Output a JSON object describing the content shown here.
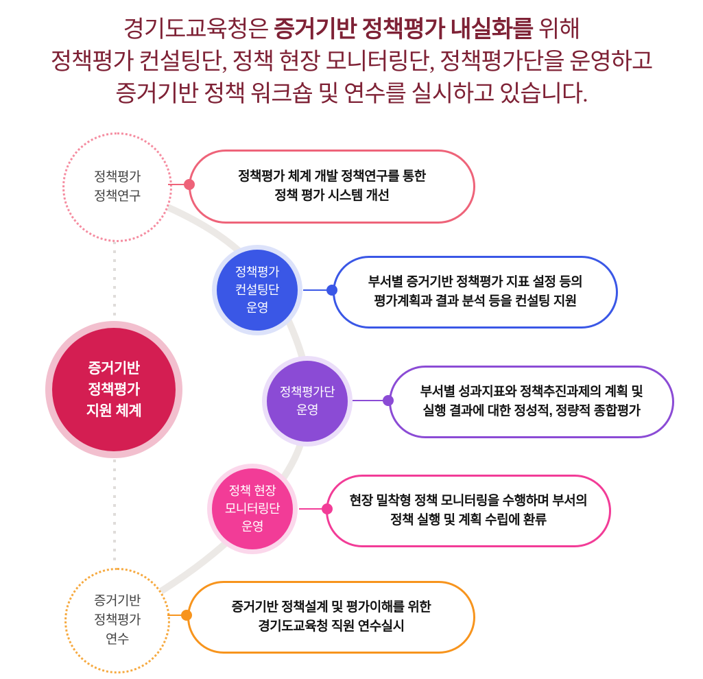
{
  "title": {
    "line1_prefix": "경기도교육청은 ",
    "line1_bold": "증거기반 정책평가 내실화를",
    "line1_suffix": " 위해",
    "line2": "정책평가 컨설팅단, 정책 현장 모니터링단, 정책평가단을 운영하고",
    "line3": "증거기반 정책 워크숍 및 연수를 실시하고 있습니다."
  },
  "center_node": {
    "label_lines": [
      "증거기반",
      "정책평가",
      "지원 체계"
    ],
    "fill": "#D41E52",
    "ring": "#F2BFCE"
  },
  "nodes": [
    {
      "id": "policy-research",
      "label_lines": [
        "정책평가",
        "정책연구"
      ],
      "style": "dotted",
      "accent": "#EE6379",
      "dotted_border": "#F58CA0",
      "pill_lines": [
        "정책평가 체계 개발 정책연구를 통한",
        "정책 평가 시스템 개선"
      ]
    },
    {
      "id": "consulting",
      "label_lines": [
        "정책평가",
        "컨설팅단",
        "운영"
      ],
      "style": "filled",
      "accent": "#3A57E6",
      "halo": "#DCE2FA",
      "pill_lines": [
        "부서별 증거기반 정책평가 지표 설정 등의",
        "평가계획과 결과 분석 등을 컨설팅 지원"
      ]
    },
    {
      "id": "evaluation-team",
      "label_lines": [
        "정책평가단",
        "운영"
      ],
      "style": "filled",
      "accent": "#8B4BD5",
      "halo": "#EBDEF9",
      "pill_lines": [
        "부서별 성과지표와 정책추진과제의 계획 및",
        "실행 결과에 대한 정성적, 정량적 종합평가"
      ]
    },
    {
      "id": "field-monitoring",
      "label_lines": [
        "정책 현장",
        "모니터링단",
        "운영"
      ],
      "style": "filled",
      "accent": "#F23C97",
      "halo": "#FBD7EB",
      "pill_lines": [
        "현장 밀착형 정책 모니터링을 수행하며 부서의",
        "정책 실행 및 계획 수립에 환류"
      ]
    },
    {
      "id": "training",
      "label_lines": [
        "증거기반",
        "정책평가",
        "연수"
      ],
      "style": "dotted",
      "accent": "#F7941D",
      "dotted_border": "#F6A93F",
      "pill_lines": [
        "증거기반 정책설계 및 평가이해를 위한",
        "경기도교육청 직원 연수실시"
      ]
    }
  ],
  "colors": {
    "title_text": "#7E2135",
    "pill_text": "#121212",
    "dotted_node_text": "#424242",
    "chain_arc": "#ECE9E6",
    "dotted_spine": "#DFDCDA",
    "background": "#FFFFFF"
  }
}
